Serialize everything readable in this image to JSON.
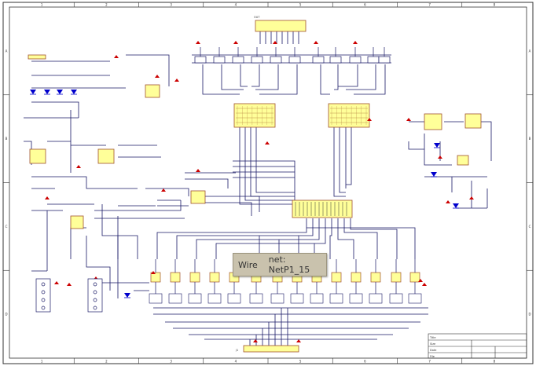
{
  "sheet": {
    "column_labels": [
      "1",
      "2",
      "3",
      "4",
      "5",
      "6",
      "7",
      "8"
    ],
    "row_labels": [
      "A",
      "B",
      "C",
      "D"
    ],
    "colors": {
      "border": "#333333",
      "wire": "#1a1a66",
      "component_fill": "#ffff99",
      "component_stroke": "#a0522d",
      "power_port": "#cc0000",
      "diode": "#0000cc",
      "label_text": "#333333"
    }
  },
  "tooltip": {
    "kind": "Wire",
    "net_text": "net: NetP1_15"
  },
  "title_block": {
    "rows": [
      "Title",
      "Size",
      "Date",
      "File"
    ]
  },
  "connectors": {
    "top": "OUT",
    "bottom": "J1"
  }
}
